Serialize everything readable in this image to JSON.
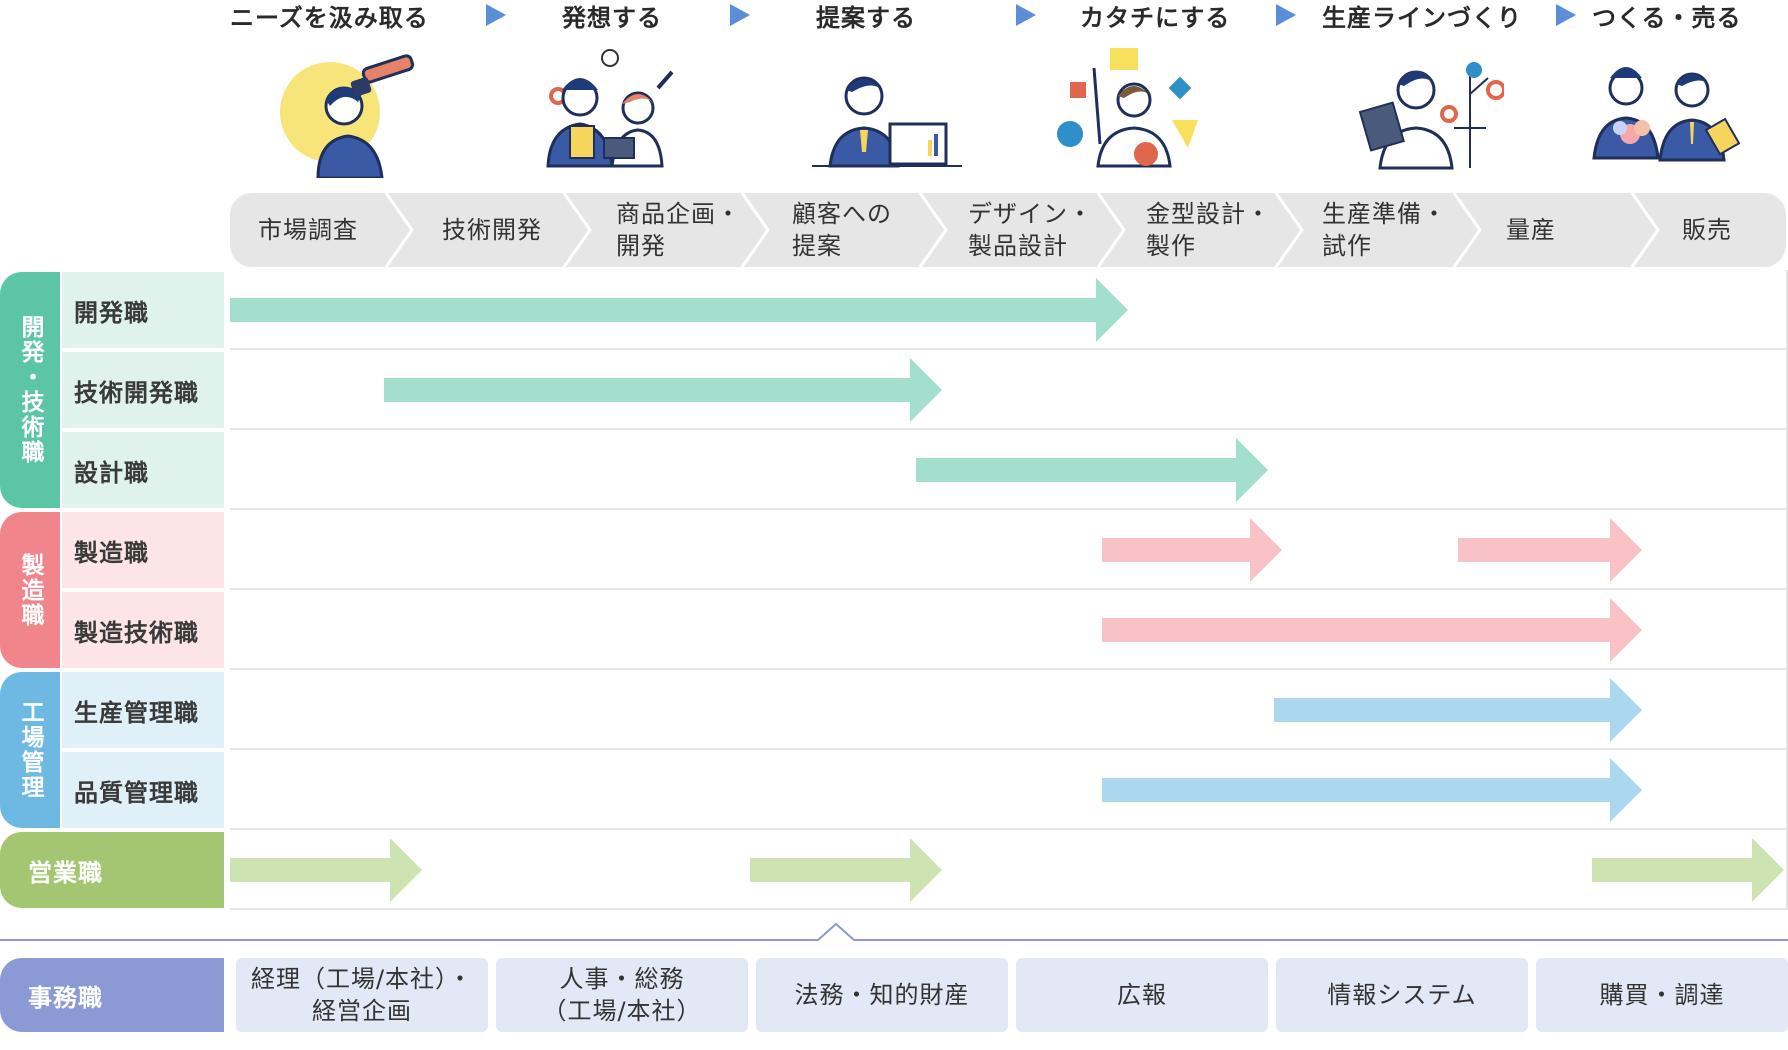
{
  "phases": [
    "ニーズを汲み取る",
    "発想する",
    "提案する",
    "カタチにする",
    "生産ラインづくり",
    "つくる・売る"
  ],
  "steps": [
    {
      "l1": "市場調査",
      "l2": ""
    },
    {
      "l1": "技術開発",
      "l2": ""
    },
    {
      "l1": "商品企画・",
      "l2": "開発"
    },
    {
      "l1": "顧客への",
      "l2": "提案"
    },
    {
      "l1": "デザイン・",
      "l2": "製品設計"
    },
    {
      "l1": "金型設計・",
      "l2": "製作"
    },
    {
      "l1": "生産準備・",
      "l2": "試作"
    },
    {
      "l1": "量産",
      "l2": ""
    },
    {
      "l1": "販売",
      "l2": ""
    }
  ],
  "groups": {
    "dev": {
      "label": "開発・技術職",
      "color": "#5cc5a6",
      "light": "#dff3ec",
      "arrow": "#a4dfcd"
    },
    "mfg": {
      "label": "製造職",
      "color": "#f0858c",
      "light": "#fde4e6",
      "arrow": "#f8c2c6"
    },
    "plant": {
      "label": "工場管理",
      "color": "#6db9e3",
      "light": "#e0f0f9",
      "arrow": "#abd8ef"
    },
    "sales": {
      "label": "営業職",
      "color": "#a4c672",
      "arrow": "#cde3b1"
    }
  },
  "roles": [
    "開発職",
    "技術開発職",
    "設計職",
    "製造職",
    "製造技術職",
    "生産管理職",
    "品質管理職"
  ],
  "office": {
    "label": "事務職",
    "depts": [
      {
        "l1": "経理（工場/本社）・",
        "l2": "経営企画"
      },
      {
        "l1": "人事・総務",
        "l2": "（工場/本社）"
      },
      {
        "l1": "法務・知的財産",
        "l2": ""
      },
      {
        "l1": "広報",
        "l2": ""
      },
      {
        "l1": "情報システム",
        "l2": ""
      },
      {
        "l1": "購買・調達",
        "l2": ""
      }
    ]
  }
}
